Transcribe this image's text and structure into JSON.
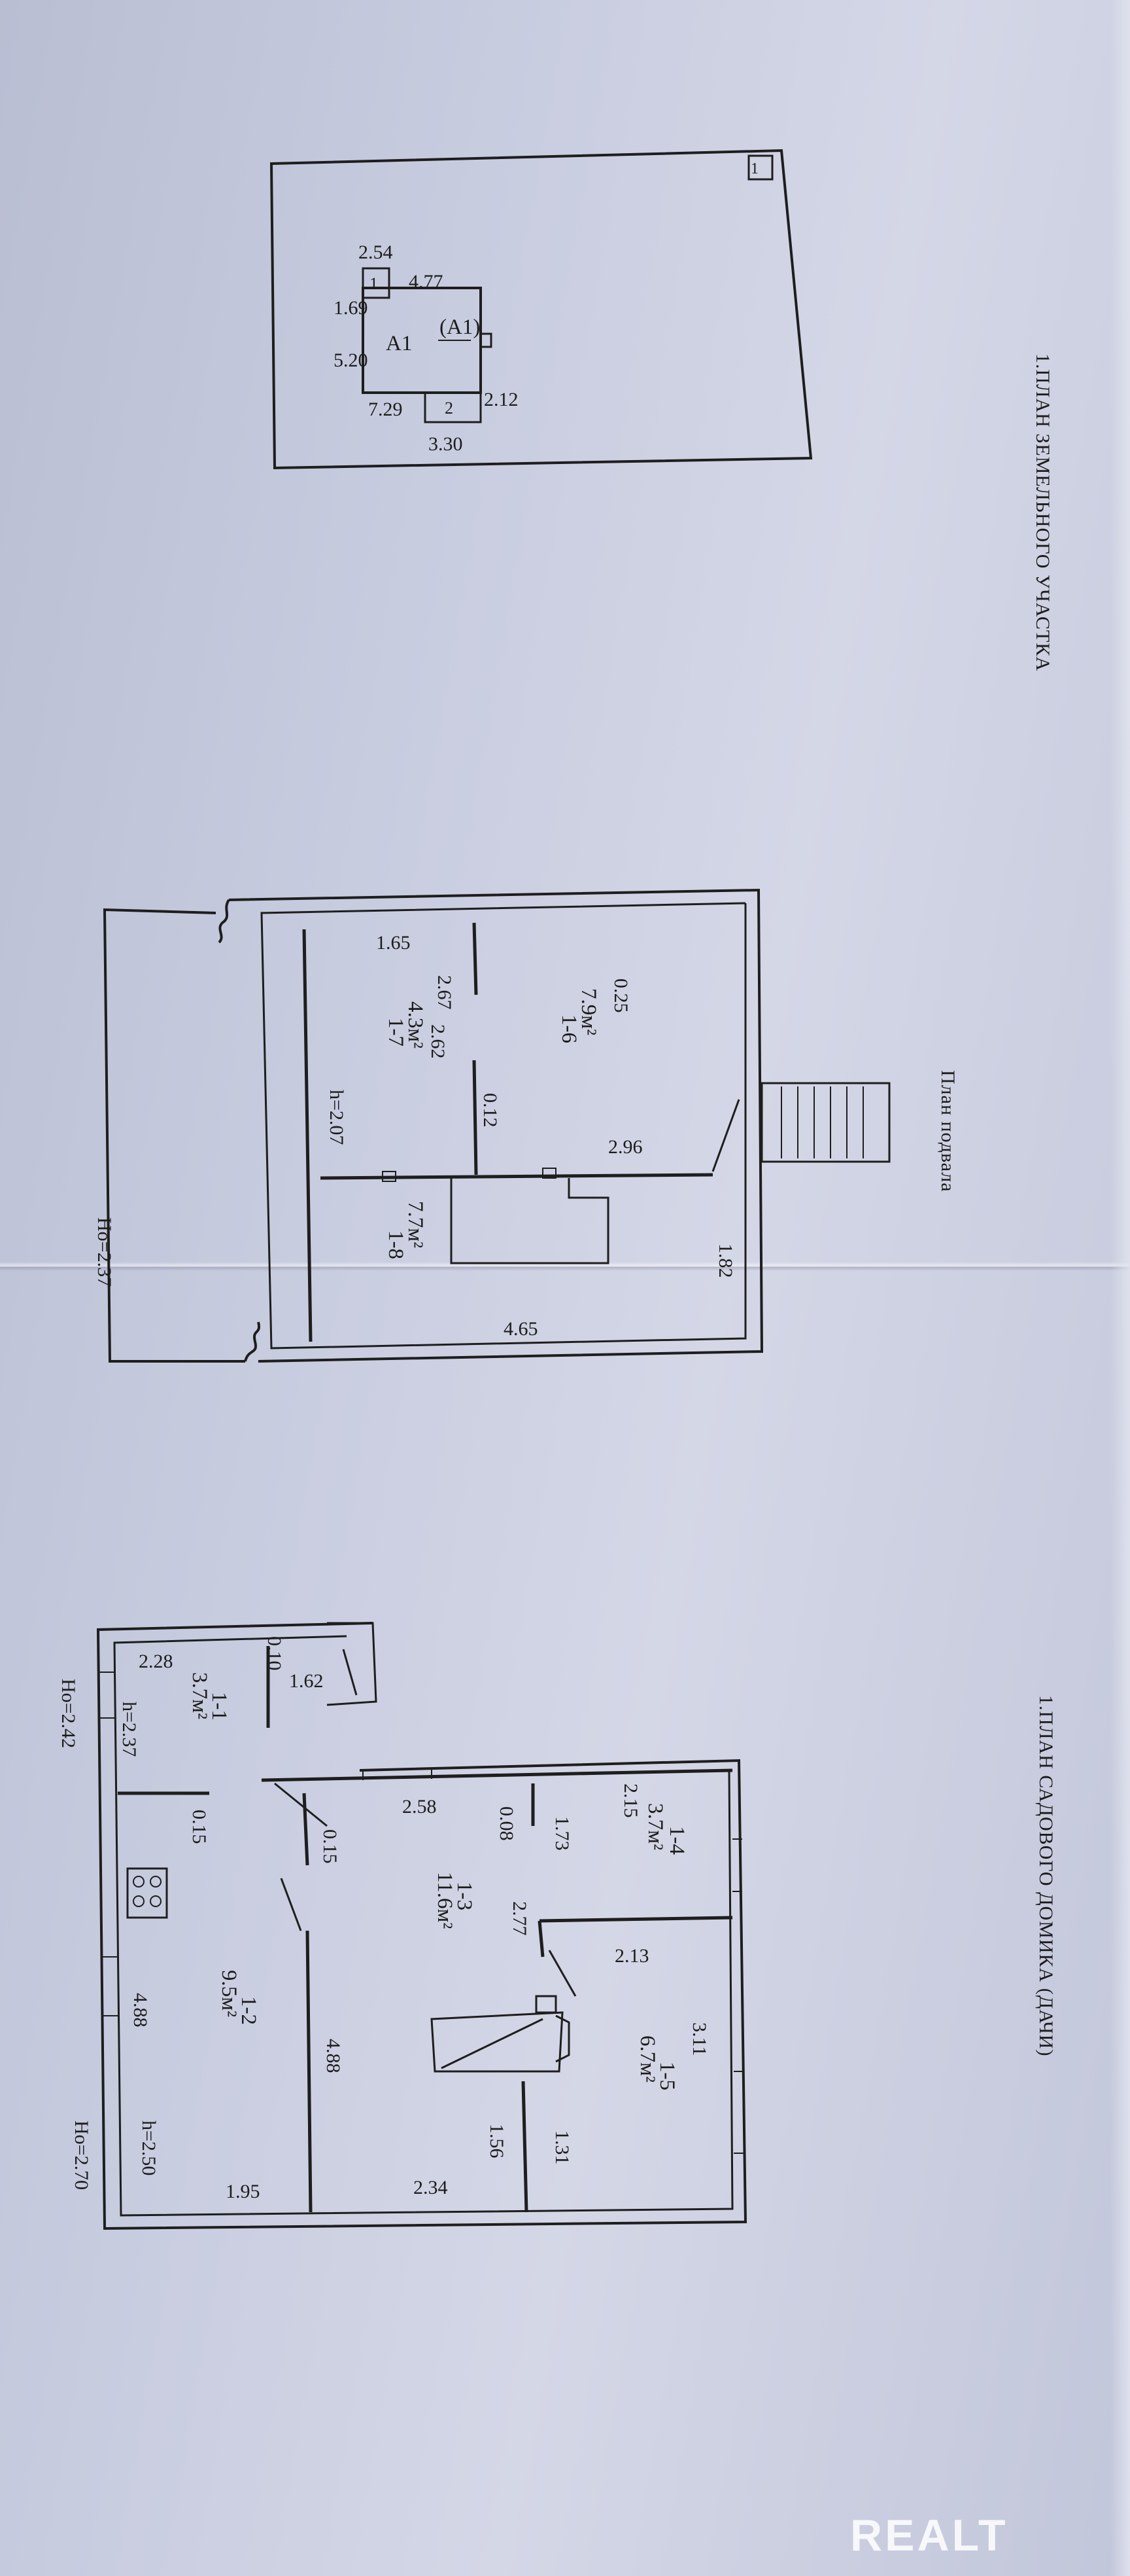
{
  "site_plan": {
    "heading": "1.ПЛАН ЗЕМЕЛЬНОГО УЧАСТКА",
    "plot_id": "1",
    "dims": [
      "2.54",
      "4.77",
      "1.69",
      "5.20",
      "7.29",
      "2.12",
      "3.30"
    ],
    "labels": {
      "annex1": "1",
      "annex2": "2",
      "house_a": "(А1)",
      "house_b": "А1"
    }
  },
  "basement_plan": {
    "heading": "План подвала",
    "rooms": [
      {
        "id": "1-6",
        "area": "7.9м²"
      },
      {
        "id": "1-7",
        "area": "4.3м²"
      },
      {
        "id": "1-8",
        "area": "7.7м²"
      }
    ],
    "dims": [
      "0.25",
      "1.65",
      "2.67",
      "2.62",
      "0.12",
      "2.96",
      "1.82",
      "4.65"
    ],
    "height": "h=2.07",
    "ho": "Ho=2.37"
  },
  "house_plan": {
    "heading": "1.ПЛАН САДОВОГО ДОМИКА (ДАЧИ)",
    "rooms": [
      {
        "id": "1-1",
        "area": "3.7м²"
      },
      {
        "id": "1-2",
        "area": "9.5м²"
      },
      {
        "id": "1-3",
        "area": "11.6м²"
      },
      {
        "id": "1-4",
        "area": "3.7м²"
      },
      {
        "id": "1-5",
        "area": "6.7м²"
      }
    ],
    "dims": [
      "2.28",
      "0.10",
      "1.62",
      "2.58",
      "0.15",
      "0.15",
      "2.15",
      "0.08",
      "1.73",
      "2.77",
      "2.13",
      "3.11",
      "1.56",
      "1.31",
      "2.34",
      "4.88",
      "4.88",
      "1.95"
    ],
    "heights": [
      "h=2.37",
      "h=2.50"
    ],
    "ho_left": "Ho=2.42",
    "ho_right": "Ho=2.70"
  },
  "watermark": "REALT"
}
